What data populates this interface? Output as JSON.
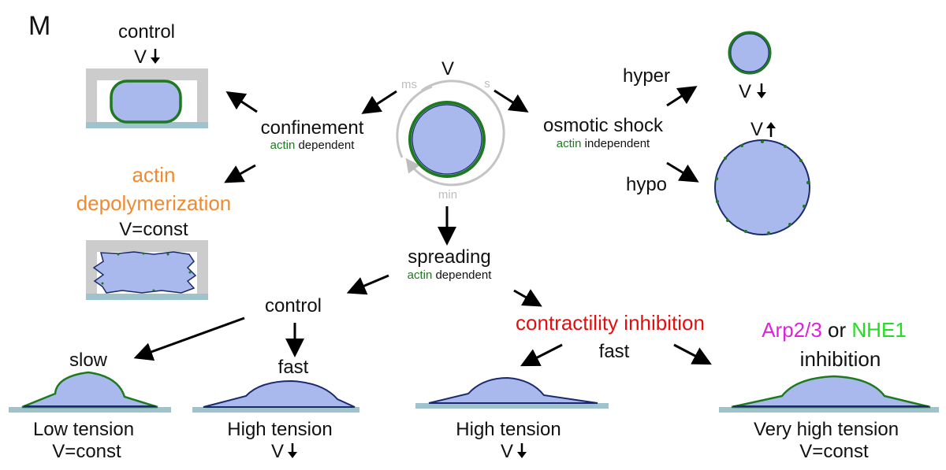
{
  "panel_letter": "M",
  "center": {
    "label": "V",
    "ms": "ms",
    "s": "s",
    "min": "min"
  },
  "confinement": {
    "label": "confinement",
    "sub_colored": "actin",
    "sub_rest": " dependent",
    "control_label": "control",
    "control_volume": "V",
    "actin_depol_line1": "actin",
    "actin_depol_line2": "depolymerization",
    "actin_depol_volume": "V=const"
  },
  "osmotic": {
    "label": "osmotic shock",
    "sub_colored": "actin",
    "sub_rest": " independent",
    "hyper": "hyper",
    "hyper_volume": "V",
    "hypo": "hypo",
    "hypo_volume": "V"
  },
  "spreading": {
    "label": "spreading",
    "sub_colored": "actin",
    "sub_rest": " dependent",
    "control": "control",
    "slow": "slow",
    "fast": "fast",
    "slow_tension": "Low tension",
    "slow_volume": "V=const",
    "fast_tension": "High tension",
    "fast_volume": "V",
    "contractility": "contractility inhibition",
    "contractility_fast": "fast",
    "contractility_tension": "High tension",
    "contractility_volume": "V",
    "arp": "Arp2/3",
    "or": " or ",
    "nhe": "NHE1",
    "inhibition": "inhibition",
    "vh_tension": "Very high tension",
    "vh_volume": "V=const"
  },
  "colors": {
    "cell_fill": "#a9b9ee",
    "actin_green": "#1e7a1e",
    "membrane_navy": "#1a2a6c",
    "substrate": "#9fc3cc",
    "confiner_gray": "#cccccc",
    "orange": "#f08a30",
    "red": "#e01010",
    "magenta": "#e020e0",
    "bright_green": "#22dd22",
    "time_gray": "#bdbdbd"
  }
}
